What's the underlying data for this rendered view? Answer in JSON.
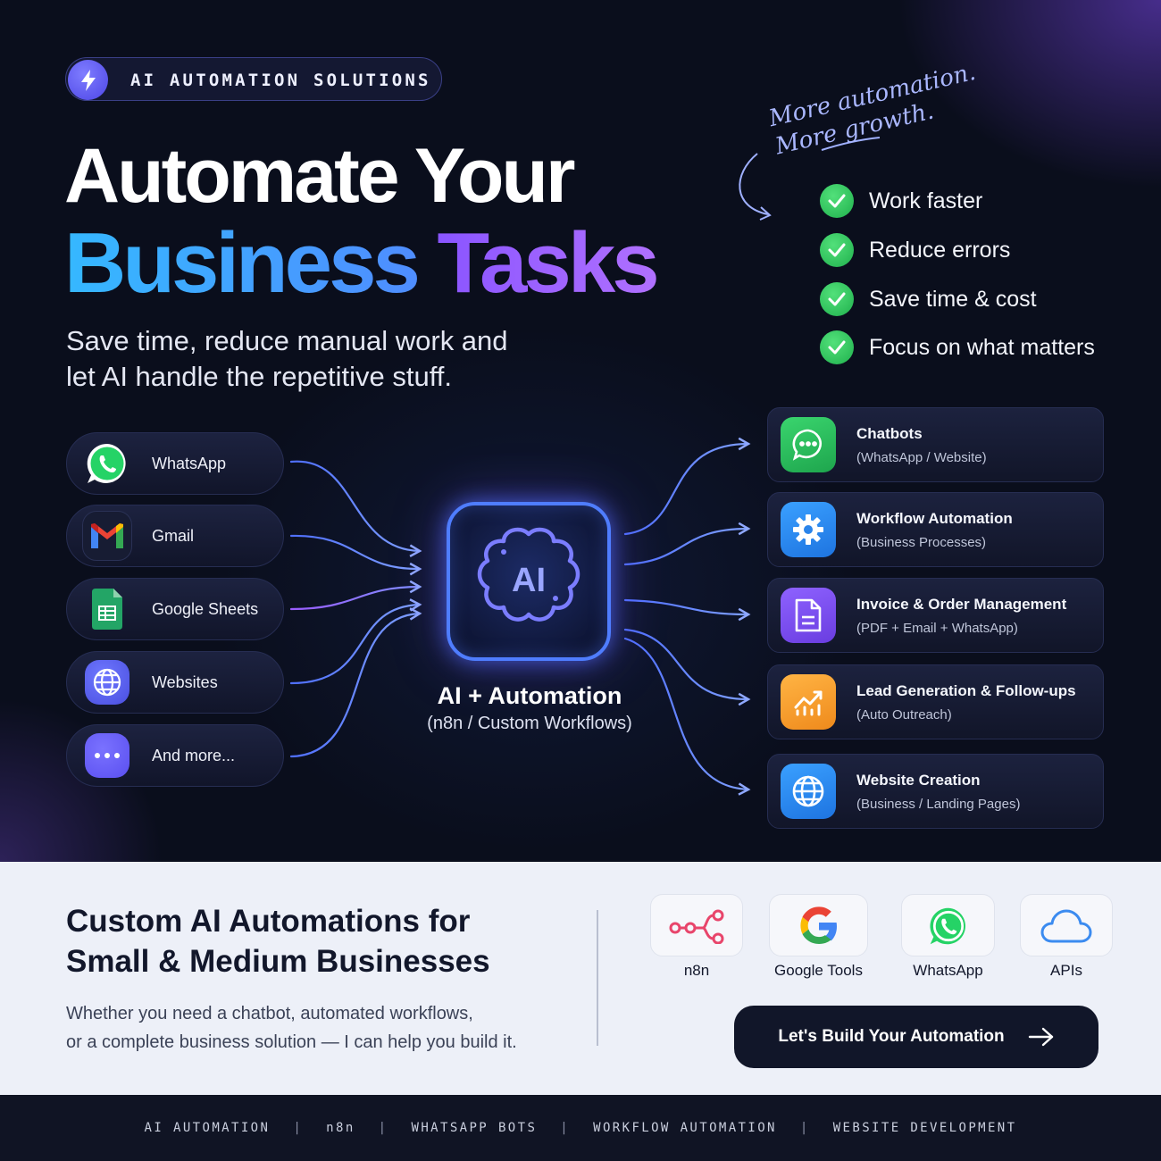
{
  "badge": {
    "label": "AI AUTOMATION SOLUTIONS",
    "icon": "lightning-icon"
  },
  "headline": {
    "line1": "Automate Your",
    "word_blue": "Business",
    "word_purple": "Tasks"
  },
  "subtitle": {
    "line1": "Save time, reduce manual work and",
    "line2": "let AI handle the repetitive stuff."
  },
  "handwritten": {
    "line1": "More automation.",
    "line2": "More growth."
  },
  "benefits": [
    "Work faster",
    "Reduce errors",
    "Save time & cost",
    "Focus on what matters"
  ],
  "sources": [
    {
      "label": "WhatsApp",
      "icon": "whatsapp-icon"
    },
    {
      "label": "Gmail",
      "icon": "gmail-icon"
    },
    {
      "label": "Google Sheets",
      "icon": "google-sheets-icon"
    },
    {
      "label": "Websites",
      "icon": "globe-icon"
    },
    {
      "label": "And more...",
      "icon": "more-icon"
    }
  ],
  "center": {
    "icon_text": "AI",
    "title": "AI + Automation",
    "subtitle": "(n8n / Custom Workflows)"
  },
  "outputs": [
    {
      "title": "Chatbots",
      "subtitle": "(WhatsApp / Website)",
      "icon": "chat-icon",
      "color": "#27c15a"
    },
    {
      "title": "Workflow Automation",
      "subtitle": "(Business Processes)",
      "icon": "gear-icon",
      "color": "#2a8cf0"
    },
    {
      "title": "Invoice & Order Management",
      "subtitle": "(PDF + Email + WhatsApp)",
      "icon": "document-icon",
      "color": "#7b4de8"
    },
    {
      "title": "Lead Generation & Follow-ups",
      "subtitle": "(Auto Outreach)",
      "icon": "growth-chart-icon",
      "color": "#f39a2c"
    },
    {
      "title": "Website Creation",
      "subtitle": "(Business / Landing Pages)",
      "icon": "globe-icon",
      "color": "#2a8cf0"
    }
  ],
  "bottom": {
    "heading_line1": "Custom AI Automations for",
    "heading_line2": "Small & Medium Businesses",
    "para_line1": "Whether you need a chatbot, automated workflows,",
    "para_line2": "or a complete business solution — I can help you build it.",
    "tools": [
      {
        "label": "n8n",
        "icon": "n8n-icon"
      },
      {
        "label": "Google Tools",
        "icon": "google-icon"
      },
      {
        "label": "WhatsApp",
        "icon": "whatsapp-icon"
      },
      {
        "label": "APIs",
        "icon": "cloud-icon"
      }
    ],
    "cta_label": "Let's Build Your Automation"
  },
  "footer": [
    "AI AUTOMATION",
    "n8n",
    "WHATSAPP BOTS",
    "WORKFLOW AUTOMATION",
    "WEBSITE DEVELOPMENT"
  ],
  "colors": {
    "accent_blue": "#35b8ff",
    "accent_purple": "#9a5cff",
    "check_green": "#22b84f",
    "background": "#0a0e1c"
  }
}
